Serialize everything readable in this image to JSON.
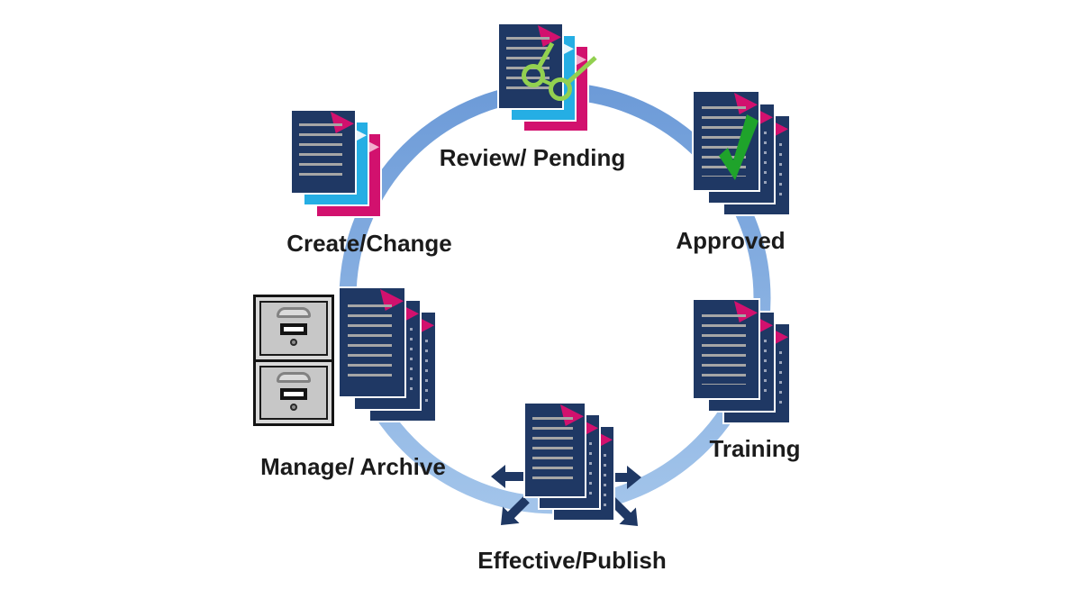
{
  "diagram": {
    "type": "cycle",
    "background": "#FFFFFF",
    "ring": {
      "color_top": "#6D9BD8",
      "color_bottom": "#A2C4EA"
    },
    "palette": {
      "document_navy": "#1F3864",
      "document_cyan": "#25AEE4",
      "document_magenta": "#D2116E",
      "document_lines_gray": "#A6A6A6",
      "glasses_green": "#92D050",
      "checkmark_green": "#1FA32B",
      "arrow_navy": "#1F3864",
      "cabinet_gray": "#D9D9D9",
      "label_text": "#1B1B1B"
    },
    "stages": [
      {
        "label": "Review/ Pending",
        "icon": "documents-with-glasses-icon",
        "position": "top"
      },
      {
        "label": "Approved",
        "icon": "documents-with-checkmark-icon",
        "position": "top-right"
      },
      {
        "label": "Training",
        "icon": "document-stack-icon",
        "position": "bottom-right"
      },
      {
        "label": "Effective/Publish",
        "icon": "documents-with-distribution-arrows-icon",
        "position": "bottom"
      },
      {
        "label": "Manage/ Archive",
        "icon": "file-cabinet-with-documents-icon",
        "position": "bottom-left"
      },
      {
        "label": "Create/Change",
        "icon": "layered-documents-icon",
        "position": "top-left"
      }
    ]
  }
}
